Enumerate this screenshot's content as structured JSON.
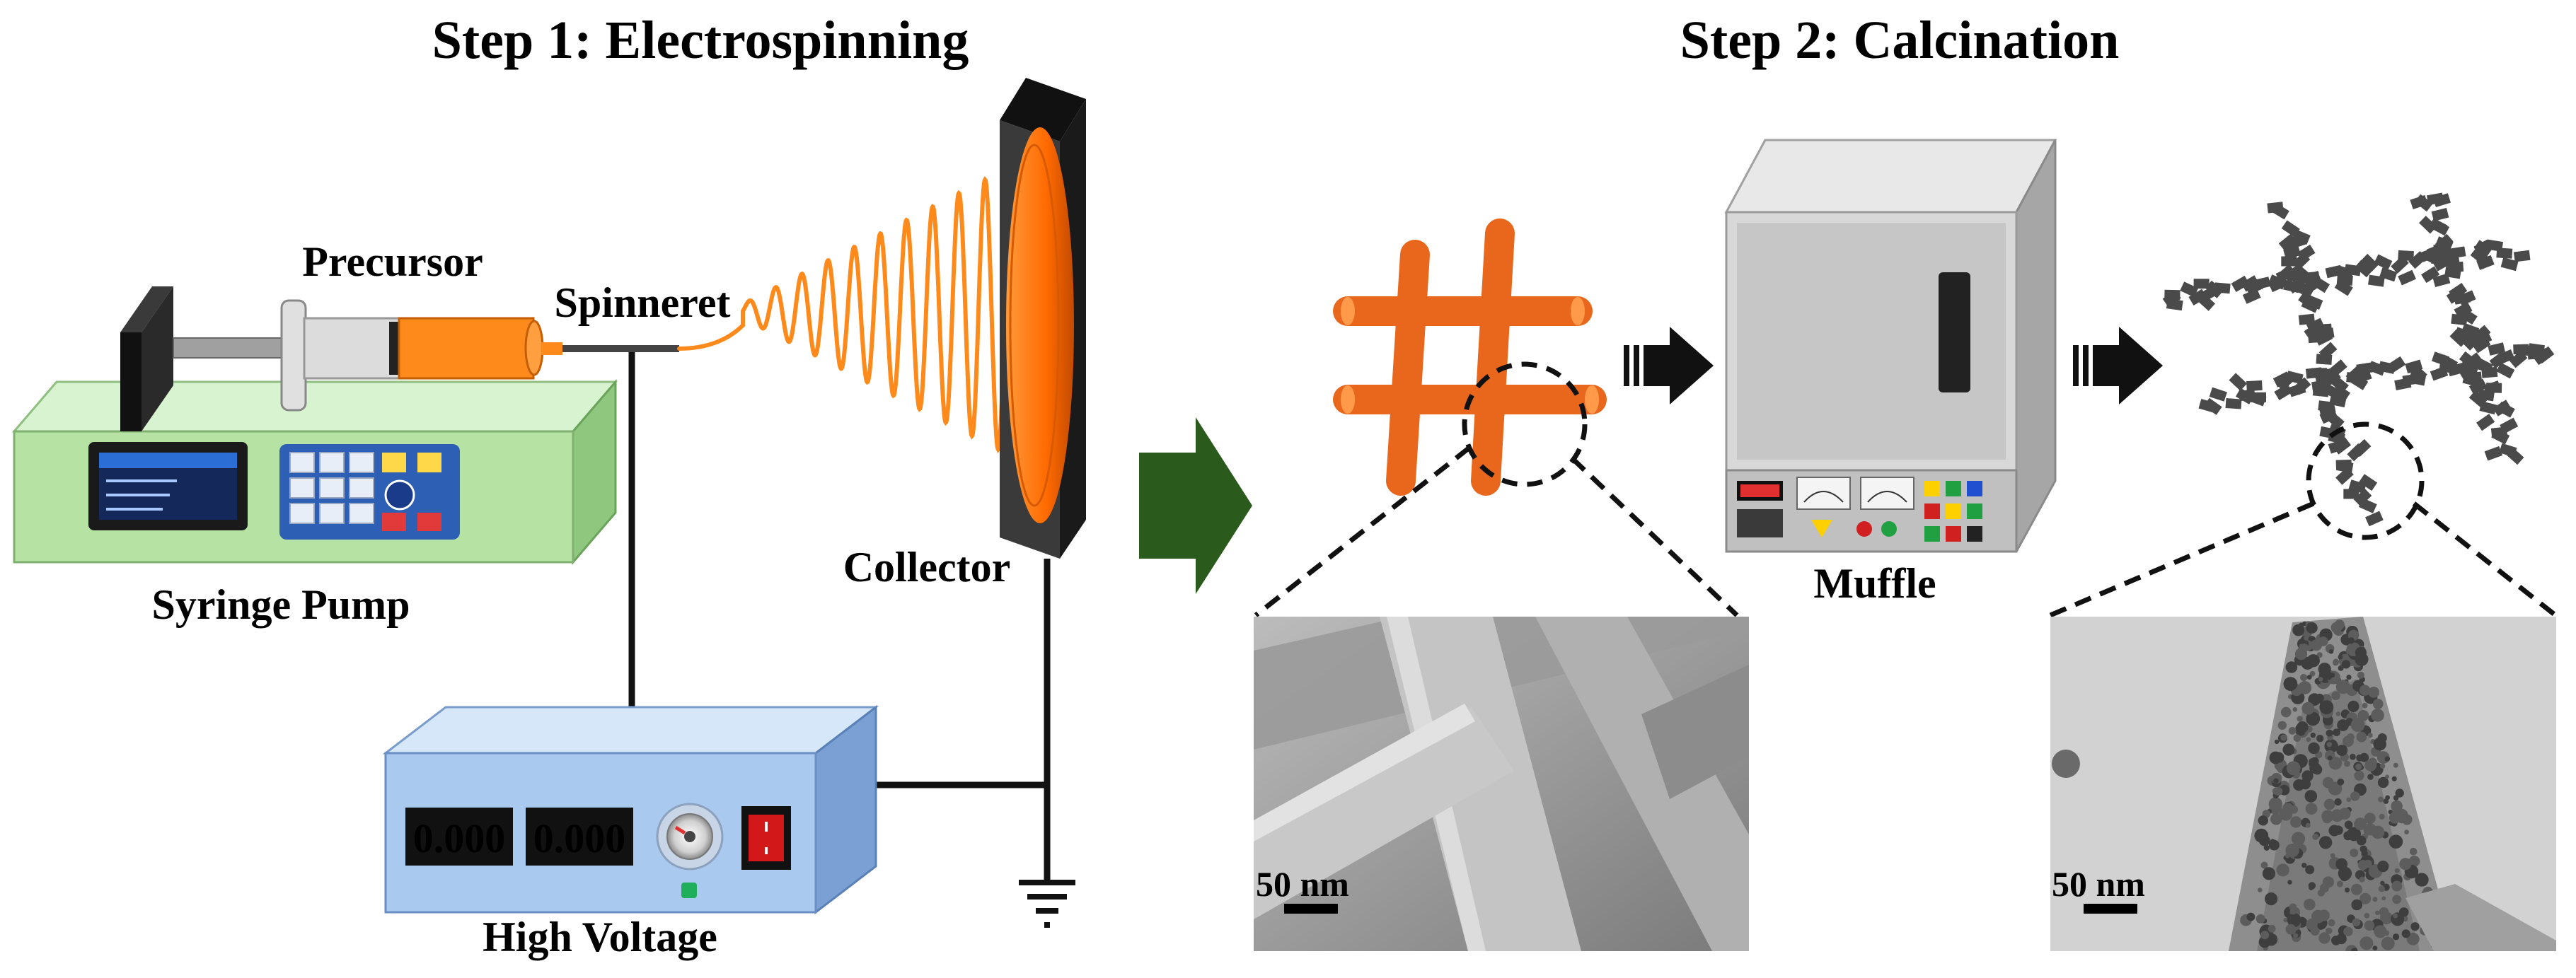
{
  "titles": {
    "step1": "Step 1: Electrospinning",
    "step2": "Step 2: Calcination"
  },
  "labels": {
    "precursor": "Precursor",
    "spinneret": "Spinneret",
    "syringe_pump": "Syringe Pump",
    "collector": "Collector",
    "high_voltage": "High Voltage",
    "muffle": "Muffle"
  },
  "scale_bars": {
    "sem": "50 nm",
    "tem": "50 nm"
  },
  "voltage_display": {
    "left": "0.000",
    "right": "0.000"
  },
  "colors": {
    "fiber_orange": "#e8671c",
    "spiral_orange": "#ff8a1c",
    "pump_green": "#b6e3a4",
    "hv_blue": "#a9c9ee",
    "arrow_green": "#2a5a1c",
    "calcined_gray": "#4a4a4a"
  }
}
